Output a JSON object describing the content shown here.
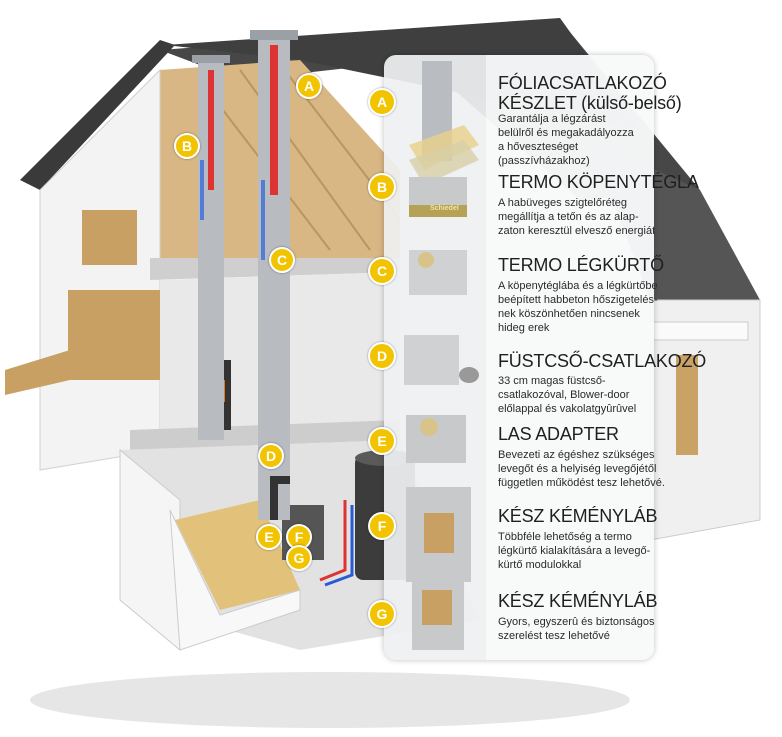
{
  "markers": {
    "A": "A",
    "B": "B",
    "C": "C",
    "D": "D",
    "E": "E",
    "F": "F",
    "G": "G"
  },
  "items": [
    {
      "letter": "A",
      "title": "FÓLIACSATLAKOZÓ\nKÉSZLET (külső-belső)",
      "text": "Garantálja a légzárást\nbelülről és megakadályozza\na hőveszteséget\n(passzívházakhoz)"
    },
    {
      "letter": "B",
      "title": "TERMO KÖPENYTÉGLA",
      "text": "A habüveges szigtelőréteg\nmegállítja a tetőn és az alap-\nzaton keresztül elvesző energiát"
    },
    {
      "letter": "C",
      "title": "TERMO LÉGKÜRTŐ",
      "text": "A köpenytéglába és a légkürtőbe\nbeépített habbeton hőszigetelés-\nnek köszönhetően nincsenek\nhideg erek"
    },
    {
      "letter": "D",
      "title": "FÜSTCSŐ-CSATLAKOZÓ",
      "text": "33 cm magas füstcső-\ncsatlakozóval, Blower-door\nelőlappal és vakolatgyûrûvel"
    },
    {
      "letter": "E",
      "title": "LAS ADAPTER",
      "text": "Bevezeti az égéshez szükséges\nlevegőt és a helyiség levegőjétől\nfüggetlen működést tesz lehetővé."
    },
    {
      "letter": "F",
      "title": "KÉSZ KÉMÉNYLÁB",
      "text": "Többféle lehetőség a termo\nlégkürtő kialakítására a levegő-\nkürtő modulokkal"
    },
    {
      "letter": "G",
      "title": "KÉSZ KÉMÉNYLÁB",
      "text": "Gyors, egyszerû és biztonságos\nszerelést tesz lehetővé"
    }
  ],
  "product_logo": "Schiedel",
  "colors": {
    "badge": "#f2c400",
    "roof": "#3c3c3c",
    "wall": "#f2f2f2",
    "chimney": "#b8bcc0",
    "wood": "#c8a064"
  }
}
